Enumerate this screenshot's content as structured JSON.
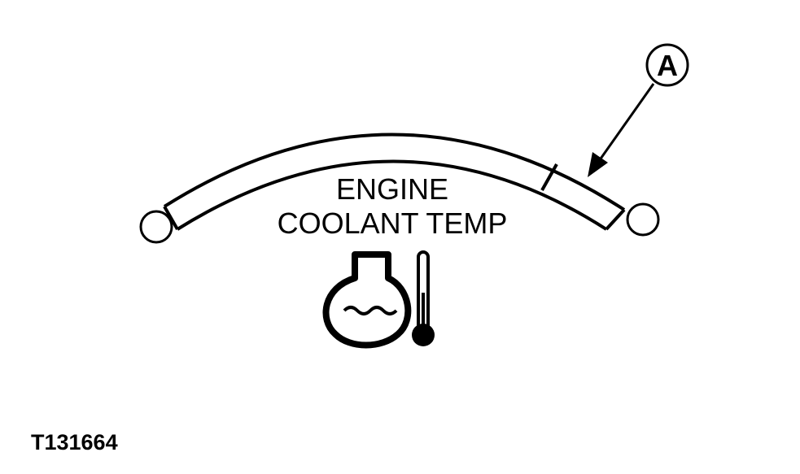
{
  "gauge": {
    "line1": "ENGINE",
    "line2": "COOLANT TEMP"
  },
  "callout": {
    "letter": "A"
  },
  "figure_id": "T131664",
  "icons": {
    "coolant": "engine-coolant-icon",
    "thermometer": "thermometer-icon"
  },
  "colors": {
    "ink": "#000000",
    "paper": "#ffffff"
  }
}
